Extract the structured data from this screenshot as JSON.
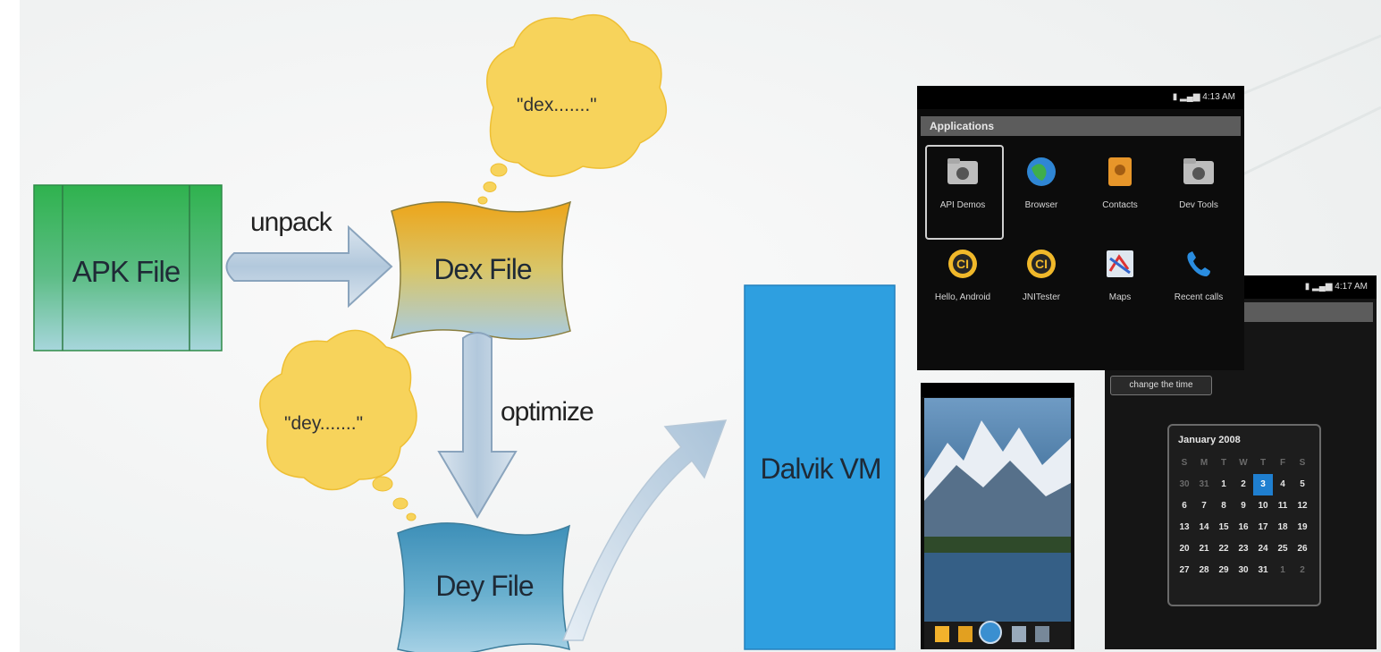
{
  "diagram": {
    "nodes": {
      "apk": "APK File",
      "dex": "Dex File",
      "dey": "Dey File",
      "vm": "Dalvik VM"
    },
    "edges": {
      "unpack": "unpack",
      "optimize": "optimize"
    },
    "clouds": {
      "dex_magic": "\"dex.......\"",
      "dey_magic": "\"dey.......\""
    },
    "colors": {
      "apk": "#3cb05a",
      "dex": "#e6b32c",
      "dey": "#4d9cc2",
      "vm": "#2e9fe0",
      "cloud": "#f7d35b",
      "arrow": "#b9cfe0"
    }
  },
  "screens": {
    "applications": {
      "status_time": "4:13 AM",
      "title": "Applications",
      "apps": [
        "API Demos",
        "Browser",
        "Contacts",
        "Dev Tools",
        "Hello, Android",
        "JNITester",
        "Maps",
        "Recent calls"
      ]
    },
    "dialog": {
      "status_time": "4:17 AM",
      "title": "Dialog",
      "button": "change the time",
      "calendar_title": "January 2008",
      "weekdays": [
        "S",
        "M",
        "T",
        "W",
        "T",
        "F",
        "S"
      ],
      "weeks": [
        [
          "30",
          "31",
          "1",
          "2",
          "3",
          "4",
          "5"
        ],
        [
          "6",
          "7",
          "8",
          "9",
          "10",
          "11",
          "12"
        ],
        [
          "13",
          "14",
          "15",
          "16",
          "17",
          "18",
          "19"
        ],
        [
          "20",
          "21",
          "22",
          "23",
          "24",
          "25",
          "26"
        ],
        [
          "27",
          "28",
          "29",
          "30",
          "31",
          "1",
          "2"
        ]
      ]
    }
  }
}
